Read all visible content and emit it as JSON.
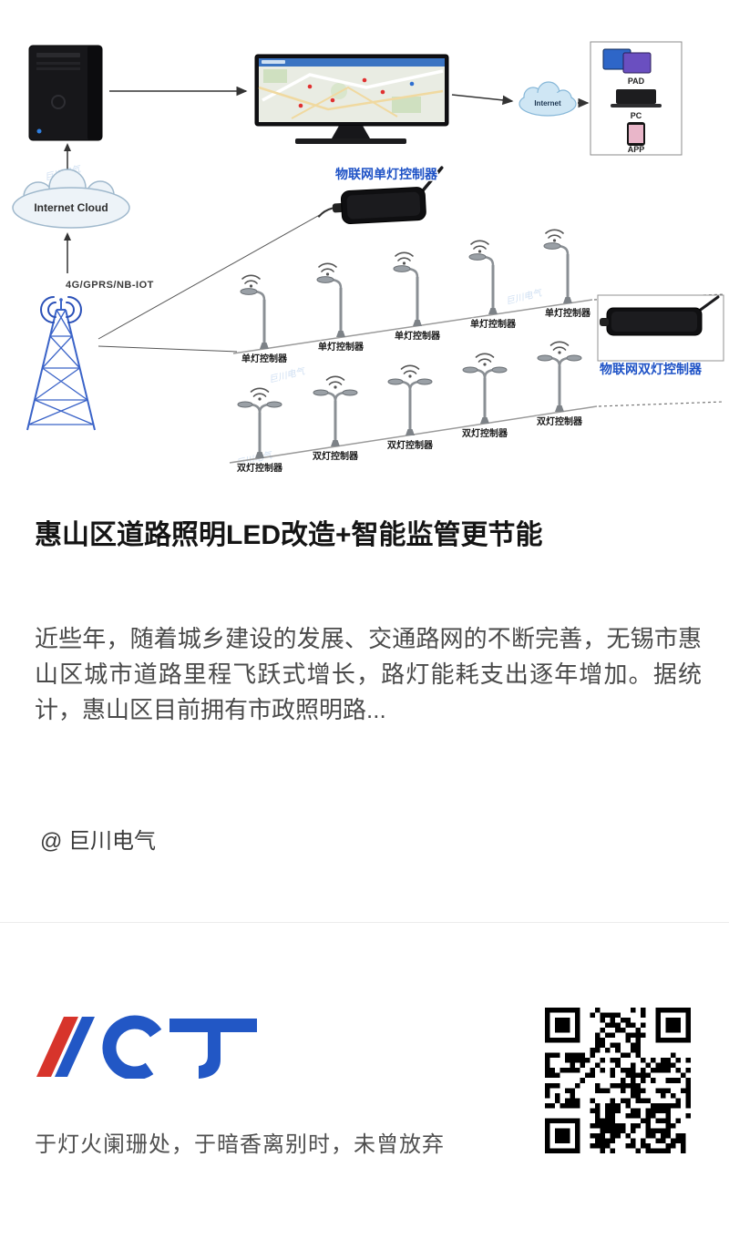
{
  "diagram": {
    "watermark": "巨川电气",
    "internet_cloud_label": "Internet Cloud",
    "internet_label": "Internet",
    "network_label": "4G/GPRS/NB-IOT",
    "single_controller_title": "物联网单灯控制器",
    "double_controller_title": "物联网双灯控制器",
    "single_lamp_label": "单灯控制器",
    "double_lamp_label": "双灯控制器",
    "devices": {
      "pad": "PAD",
      "pc": "PC",
      "app": "APP"
    }
  },
  "article": {
    "title": "惠山区道路照明LED改造+智能监管更节能",
    "excerpt": "近些年，随着城乡建设的发展、交通路网的不断完善，无锡市惠山区城市道路里程飞跃式增长，路灯能耗支出逐年增加。据统计，惠山区目前拥有市政照明路...",
    "author": "@ 巨川电气"
  },
  "footer": {
    "slogan": "于灯火阑珊处，于暗香离别时，未曾放弃"
  },
  "colors": {
    "accent_blue": "#1e52c6",
    "tower_blue": "#3a63c8",
    "logo_red": "#d7342b",
    "logo_blue": "#2257c5",
    "text_dark": "#141414",
    "text_gray": "#4a4a4a"
  }
}
